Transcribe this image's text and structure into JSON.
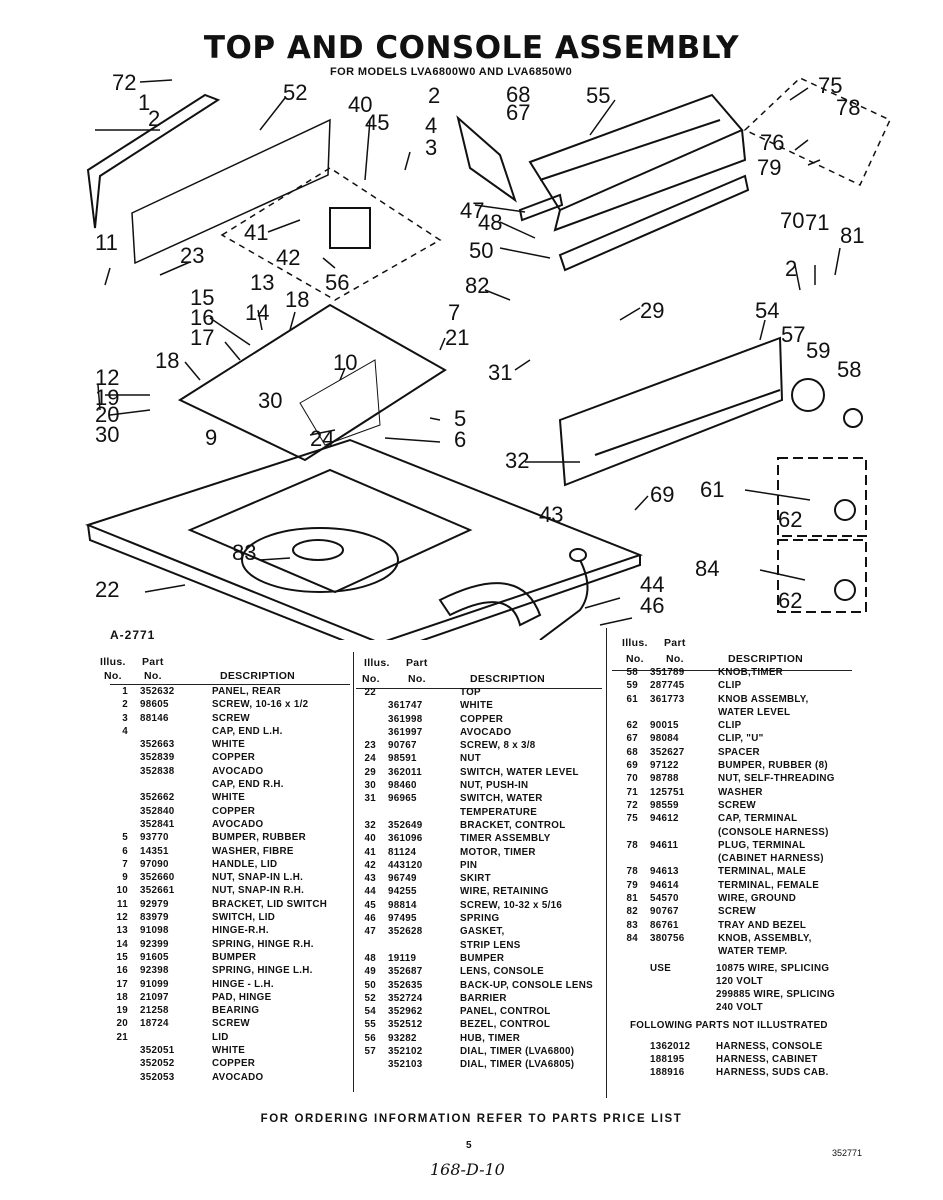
{
  "header": {
    "title": "TOP AND CONSOLE ASSEMBLY",
    "subtitle": "FOR MODELS LVA6800W0 AND LVA6850W0"
  },
  "diagram": {
    "reference": "A-2771",
    "callouts": [
      "72",
      "1",
      "2",
      "52",
      "40",
      "45",
      "2",
      "68",
      "67",
      "55",
      "75",
      "78",
      "4",
      "3",
      "76",
      "79",
      "47",
      "48",
      "50",
      "41",
      "42",
      "56",
      "11",
      "23",
      "13",
      "14",
      "18",
      "82",
      "29",
      "70",
      "71",
      "81",
      "2",
      "15",
      "16",
      "17",
      "7",
      "21",
      "54",
      "57",
      "59",
      "58",
      "18",
      "10",
      "31",
      "12",
      "19",
      "30",
      "5",
      "20",
      "24",
      "6",
      "30",
      "9",
      "32",
      "69",
      "61",
      "62",
      "43",
      "83",
      "84",
      "44",
      "46",
      "22",
      "62"
    ]
  },
  "table_headers": {
    "illus": "Illus.",
    "no": "No.",
    "part": "Part",
    "description": "DESCRIPTION"
  },
  "col1": [
    [
      "1",
      "352632",
      "PANEL, REAR"
    ],
    [
      "2",
      "98605",
      "SCREW, 10-16 x 1/2"
    ],
    [
      "3",
      "88146",
      "SCREW"
    ],
    [
      "4",
      "",
      "CAP, END L.H."
    ],
    [
      "",
      "352663",
      "WHITE"
    ],
    [
      "",
      "352839",
      "COPPER"
    ],
    [
      "",
      "352838",
      "AVOCADO"
    ],
    [
      "",
      "",
      "CAP, END R.H."
    ],
    [
      "",
      "352662",
      "WHITE"
    ],
    [
      "",
      "352840",
      "COPPER"
    ],
    [
      "",
      "352841",
      "AVOCADO"
    ],
    [
      "5",
      "93770",
      "BUMPER, RUBBER"
    ],
    [
      "6",
      "14351",
      "WASHER, FIBRE"
    ],
    [
      "7",
      "97090",
      "HANDLE, LID"
    ],
    [
      "9",
      "352660",
      "NUT, SNAP-IN L.H."
    ],
    [
      "10",
      "352661",
      "NUT, SNAP-IN R.H."
    ],
    [
      "11",
      "92979",
      "BRACKET, LID SWITCH"
    ],
    [
      "12",
      "83979",
      "SWITCH, LID"
    ],
    [
      "13",
      "91098",
      "HINGE-R.H."
    ],
    [
      "14",
      "92399",
      "SPRING, HINGE R.H."
    ],
    [
      "15",
      "91605",
      "BUMPER"
    ],
    [
      "16",
      "92398",
      "SPRING, HINGE L.H."
    ],
    [
      "17",
      "91099",
      "HINGE - L.H."
    ],
    [
      "18",
      "21097",
      "PAD, HINGE"
    ],
    [
      "19",
      "21258",
      "BEARING"
    ],
    [
      "20",
      "18724",
      "SCREW"
    ],
    [
      "21",
      "",
      "LID"
    ],
    [
      "",
      "352051",
      "WHITE"
    ],
    [
      "",
      "352052",
      "COPPER"
    ],
    [
      "",
      "352053",
      "AVOCADO"
    ]
  ],
  "col2": [
    [
      "22",
      "",
      "TOP"
    ],
    [
      "",
      "361747",
      "WHITE"
    ],
    [
      "",
      "361998",
      "COPPER"
    ],
    [
      "",
      "361997",
      "AVOCADO"
    ],
    [
      "23",
      "90767",
      "SCREW, 8 x 3/8"
    ],
    [
      "24",
      "98591",
      "NUT"
    ],
    [
      "29",
      "362011",
      "SWITCH, WATER LEVEL"
    ],
    [
      "30",
      "98460",
      "NUT, PUSH-IN"
    ],
    [
      "31",
      "96965",
      "SWITCH, WATER"
    ],
    [
      "",
      "",
      "TEMPERATURE"
    ],
    [
      "32",
      "352649",
      "BRACKET, CONTROL"
    ],
    [
      "40",
      "361096",
      "TIMER ASSEMBLY"
    ],
    [
      "41",
      "81124",
      "MOTOR, TIMER"
    ],
    [
      "42",
      "443120",
      "PIN"
    ],
    [
      "43",
      "96749",
      "SKIRT"
    ],
    [
      "44",
      "94255",
      "WIRE, RETAINING"
    ],
    [
      "45",
      "98814",
      "SCREW, 10-32 x 5/16"
    ],
    [
      "46",
      "97495",
      "SPRING"
    ],
    [
      "47",
      "352628",
      "GASKET,"
    ],
    [
      "",
      "",
      "STRIP LENS"
    ],
    [
      "48",
      "19119",
      "BUMPER"
    ],
    [
      "49",
      "352687",
      "LENS, CONSOLE"
    ],
    [
      "50",
      "352635",
      "BACK-UP, CONSOLE LENS"
    ],
    [
      "52",
      "352724",
      "BARRIER"
    ],
    [
      "54",
      "352962",
      "PANEL, CONTROL"
    ],
    [
      "55",
      "352512",
      "BEZEL, CONTROL"
    ],
    [
      "56",
      "93282",
      "HUB, TIMER"
    ],
    [
      "57",
      "352102",
      "DIAL, TIMER (LVA6800)"
    ],
    [
      "",
      "352103",
      "DIAL, TIMER (LVA6805)"
    ]
  ],
  "col3": [
    [
      "58",
      "351789",
      "KNOB,TIMER"
    ],
    [
      "59",
      "287745",
      "CLIP"
    ],
    [
      "61",
      "361773",
      "KNOB ASSEMBLY,"
    ],
    [
      "",
      "",
      "WATER LEVEL"
    ],
    [
      "62",
      "90015",
      "CLIP"
    ],
    [
      "67",
      "98084",
      "CLIP, \"U\""
    ],
    [
      "68",
      "352627",
      "SPACER"
    ],
    [
      "69",
      "97122",
      "BUMPER, RUBBER (8)"
    ],
    [
      "70",
      "98788",
      "NUT, SELF-THREADING"
    ],
    [
      "71",
      "125751",
      "WASHER"
    ],
    [
      "72",
      "98559",
      "SCREW"
    ],
    [
      "75",
      "94612",
      "CAP, TERMINAL"
    ],
    [
      "",
      "",
      "(CONSOLE HARNESS)"
    ],
    [
      "78",
      "94611",
      "PLUG, TERMINAL"
    ],
    [
      "",
      "",
      "(CABINET HARNESS)"
    ],
    [
      "78",
      "94613",
      "TERMINAL, MALE"
    ],
    [
      "79",
      "94614",
      "TERMINAL, FEMALE"
    ],
    [
      "81",
      "54570",
      "WIRE, GROUND"
    ],
    [
      "82",
      "90767",
      "SCREW"
    ],
    [
      "83",
      "86761",
      "TRAY AND BEZEL"
    ],
    [
      "84",
      "380756",
      "KNOB, ASSEMBLY,"
    ],
    [
      "",
      "",
      "WATER TEMP."
    ]
  ],
  "col3_use": [
    [
      "USE",
      "10875 WIRE, SPLICING"
    ],
    [
      "",
      "120 VOLT"
    ],
    [
      "",
      "299885 WIRE, SPLICING"
    ],
    [
      "",
      "240 VOLT"
    ]
  ],
  "not_illustrated": {
    "heading": "FOLLOWING PARTS NOT ILLUSTRATED",
    "rows": [
      [
        "1362012",
        "HARNESS, CONSOLE"
      ],
      [
        "188195",
        "HARNESS, CABINET"
      ],
      [
        "188916",
        "HARNESS, SUDS CAB."
      ]
    ]
  },
  "footer": "FOR ORDERING INFORMATION REFER TO PARTS PRICE LIST",
  "page_number": "5",
  "doc_number": "352771",
  "handwritten": "168-D-10"
}
